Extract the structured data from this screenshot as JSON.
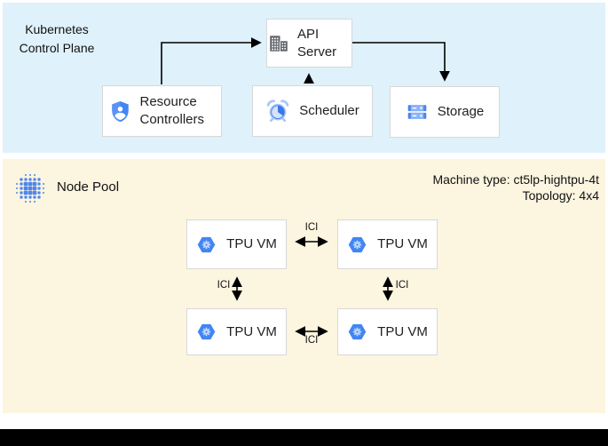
{
  "colors": {
    "control_plane_bg": "#dff1fb",
    "node_pool_bg": "#fcf5e0",
    "box_border": "#d8d8d8",
    "accent_blue": "#4285f4",
    "icon_light_blue": "#a8c7fa",
    "icon_gray": "#5f6368",
    "arrow": "#000000"
  },
  "control_plane": {
    "label": "Kubernetes\nControl Plane",
    "boxes": {
      "api_server": {
        "label": "API Server",
        "icon": "building-icon"
      },
      "resource_controllers": {
        "label": "Resource Controllers",
        "icon": "shield-user-icon"
      },
      "scheduler": {
        "label": "Scheduler",
        "icon": "alarm-clock-icon"
      },
      "storage": {
        "label": "Storage",
        "icon": "storage-disks-icon"
      }
    }
  },
  "node_pool": {
    "label": "Node Pool",
    "icon": "dot-cluster-icon",
    "machine_type": "Machine type: ct5lp-hightpu-4t",
    "topology": "Topology: 4x4",
    "vms": [
      {
        "label": "TPU VM",
        "icon": "tpu-hexagon-icon",
        "position": "top-left"
      },
      {
        "label": "TPU VM",
        "icon": "tpu-hexagon-icon",
        "position": "top-right"
      },
      {
        "label": "TPU VM",
        "icon": "tpu-hexagon-icon",
        "position": "bottom-left"
      },
      {
        "label": "TPU VM",
        "icon": "tpu-hexagon-icon",
        "position": "bottom-right"
      }
    ],
    "links": [
      {
        "label": "ICI",
        "between": "top-left/top-right"
      },
      {
        "label": "ICI",
        "between": "bottom-left/bottom-right"
      },
      {
        "label": "ICI",
        "between": "top-left/bottom-left"
      },
      {
        "label": "ICI",
        "between": "top-right/bottom-right"
      }
    ]
  }
}
